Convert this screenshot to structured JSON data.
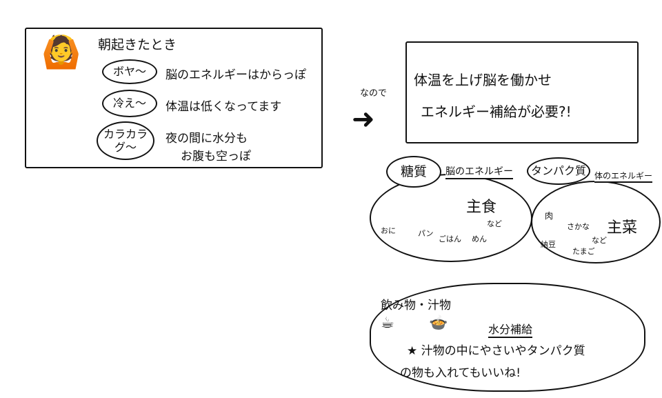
{
  "morning": {
    "title": "朝起きたとき",
    "items": [
      {
        "cloud": "ボヤ〜",
        "text": "脳のエネルギーはからっぽ"
      },
      {
        "cloud": "冷え〜",
        "text": "体温は低くなってます"
      },
      {
        "cloud": "カラカラ グ〜",
        "text": "夜の間に水分も",
        "text2": "お腹も空っぽ"
      }
    ]
  },
  "connector": "なので",
  "conclusion": {
    "line1": "体温を上げ脳を働かせ",
    "line2": "エネルギー補給が必要?!"
  },
  "carbs": {
    "label": "糖質",
    "sub": "脳のエネルギー",
    "category": "主食",
    "foods": [
      "おに",
      "パン",
      "ごはん",
      "めん",
      "など"
    ]
  },
  "protein": {
    "label": "タンパク質",
    "sub": "体のエネルギー",
    "category": "主菜",
    "foods": [
      "肉",
      "さかな",
      "納豆",
      "たまご",
      "など"
    ]
  },
  "drinks": {
    "label": "飲み物・汁物",
    "sub": "水分補給",
    "note1": "★ 汁物の中にやさいやタンパク質",
    "note2": "の物も入れてもいいね!"
  }
}
